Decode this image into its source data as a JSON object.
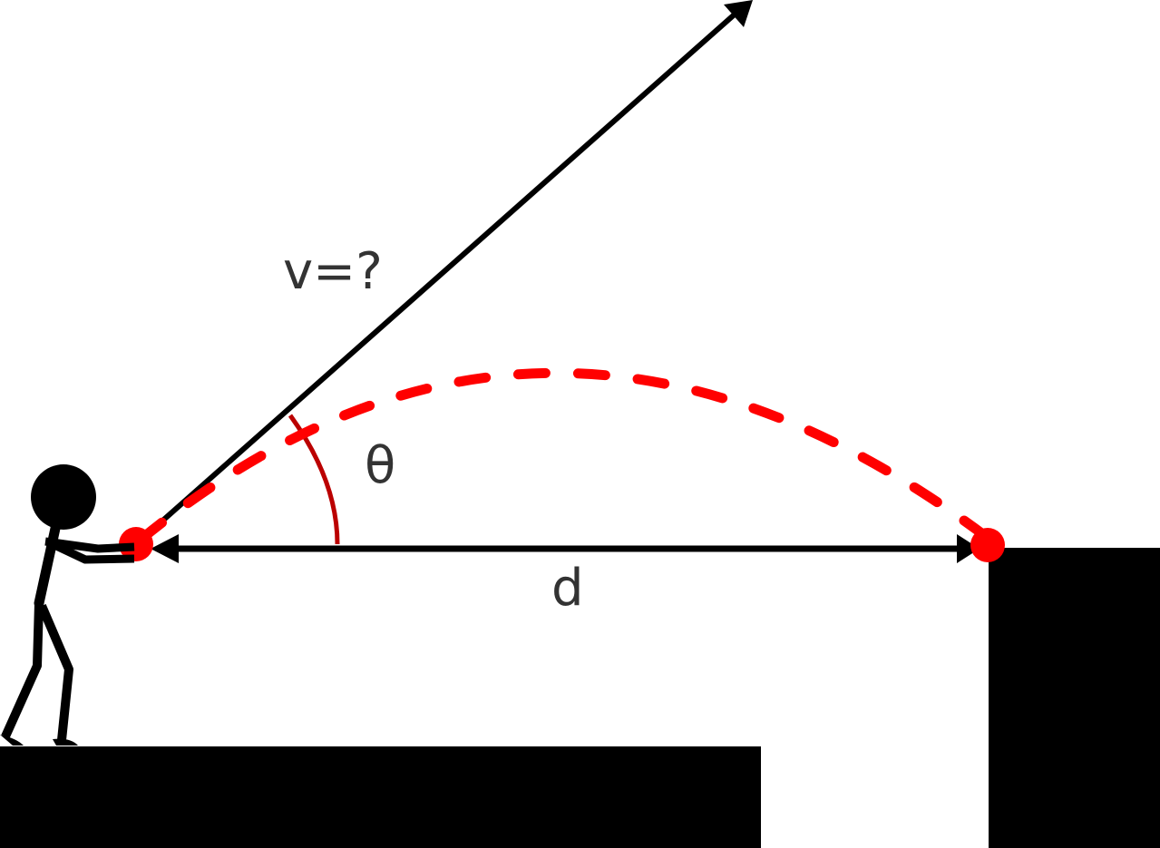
{
  "labels": {
    "velocity": "v=?",
    "angle": "θ",
    "distance": "d"
  },
  "colors": {
    "ink": "#000000",
    "text": "#333333",
    "trajectory": "#ff0000",
    "angle_arc": "#bb0000",
    "endpoint": "#ff0000"
  }
}
